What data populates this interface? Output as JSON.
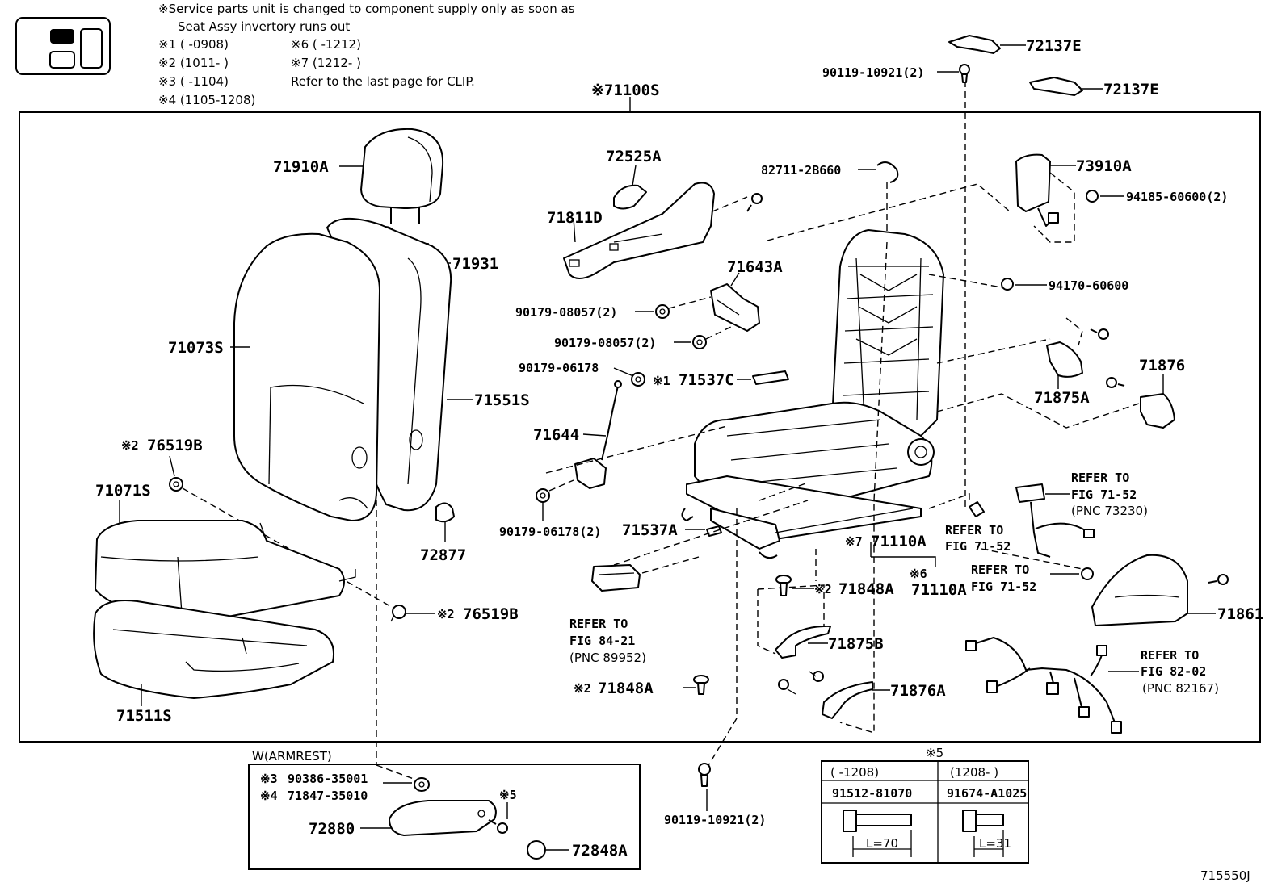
{
  "notes": {
    "line1": "※Service parts unit is changed to component supply only as soon as",
    "line2": "Seat Assy invertory runs out",
    "r1": "※1 (      -0908)",
    "r2": "※2 (1011-       )",
    "r3": "※3 (      -1104)",
    "r4": "※4 (1105-1208)",
    "r6": "※6 (      -1212)",
    "r7": "※7 (1212-       )",
    "clip": "Refer to the last page for CLIP."
  },
  "assembly": "※71100S",
  "parts": {
    "p71910A": "71910A",
    "p71931a": "71931",
    "p71931b": "71931",
    "p71073S": "71073S",
    "p71551S": "71551S",
    "p76519B_top_mark": "※2",
    "p76519B_top": "76519B",
    "p71071S": "71071S",
    "p72877": "72877",
    "p76519B_bot_mark": "※2",
    "p76519B_bot": "76519B",
    "p71511S": "71511S",
    "p72525A": "72525A",
    "p71811D": "71811D",
    "p82711": "82711-2B660",
    "p71643A": "71643A",
    "p90179_08057_a": "90179-08057(2)",
    "p90179_08057_b": "90179-08057(2)",
    "p90179_06178": "90179-06178",
    "p71537C_mark": "※1",
    "p71537C": "71537C",
    "p71644": "71644",
    "p90179_06178_2": "90179-06178(2)",
    "p71537A": "71537A",
    "p72137E_a": "72137E",
    "p72137E_b": "72137E",
    "p90119_top": "90119-10921(2)",
    "p73910A": "73910A",
    "p94185": "94185-60600(2)",
    "p94170": "94170-60600",
    "p71876": "71876",
    "p71875A": "71875A",
    "p71110A_7_mark": "※7",
    "p71110A_7": "71110A",
    "p71110A_6_mark": "※6",
    "p71110A_6": "71110A",
    "p71848A_a_mark": "※2",
    "p71848A_a": "71848A",
    "p71848A_b_mark": "※2",
    "p71848A_b": "71848A",
    "p71875B": "71875B",
    "p71876A": "71876A",
    "p71861": "71861",
    "p90119_bot": "90119-10921(2)"
  },
  "refs": {
    "fig7152a": [
      "REFER TO",
      "FIG 71-52",
      "(PNC 73230)"
    ],
    "fig7152b": [
      "REFER TO",
      "FIG 71-52"
    ],
    "fig7152c": [
      "REFER TO",
      "FIG 71-52"
    ],
    "fig8421": [
      "REFER TO",
      "FIG 84-21",
      "(PNC 89952)"
    ],
    "fig8202": [
      "REFER TO",
      "FIG 82-02",
      "(PNC 82167)"
    ]
  },
  "armrest": {
    "title": "W(ARMREST)",
    "l1_mark": "※3",
    "l1": "90386-35001",
    "l2_mark": "※4",
    "l2": "71847-35010",
    "l3": "72880",
    "mark5": "※5",
    "l4": "72848A"
  },
  "bolt_table": {
    "title": "※5",
    "headers": [
      "(     -1208)",
      "(1208-      )"
    ],
    "parts": [
      "91512-81070",
      "91674-A1025"
    ],
    "lengths": [
      "L=70",
      "L=31"
    ]
  },
  "figure_id": "715550J"
}
